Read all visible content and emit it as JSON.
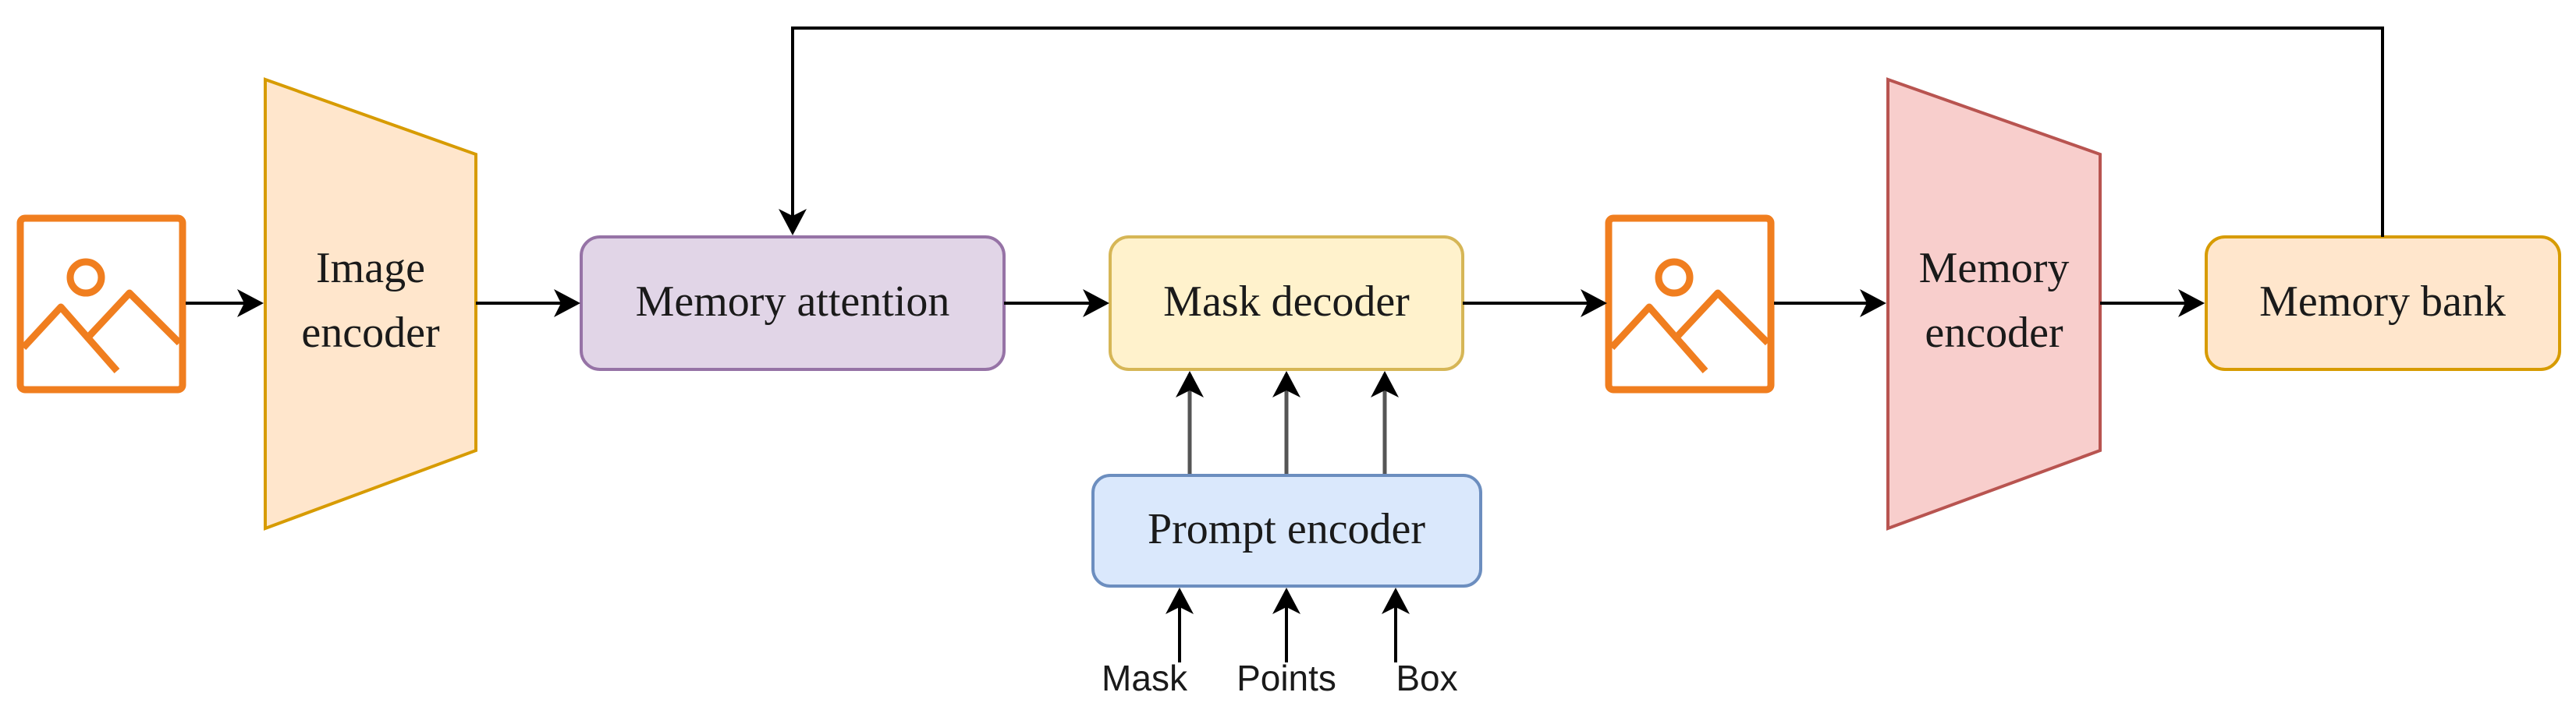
{
  "diagram": {
    "image_encoder": {
      "line1": "Image",
      "line2": "encoder"
    },
    "memory_attention": {
      "label": "Memory attention"
    },
    "mask_decoder": {
      "label": "Mask decoder"
    },
    "prompt_encoder": {
      "label": "Prompt encoder"
    },
    "memory_encoder": {
      "line1": "Memory",
      "line2": "encoder"
    },
    "memory_bank": {
      "label": "Memory bank"
    },
    "inputs": {
      "mask": "Mask",
      "points": "Points",
      "box": "Box"
    },
    "input_image_icon": "image-icon",
    "output_image_icon": "image-icon"
  },
  "colors": {
    "image_icon": "#f07e1f",
    "image_encoder_fill": "#ffe6cc",
    "image_encoder_stroke": "#d79b00",
    "memory_attention_fill": "#e1d5e7",
    "memory_attention_stroke": "#9673a6",
    "mask_decoder_fill": "#fff2cc",
    "mask_decoder_stroke": "#d6b656",
    "prompt_encoder_fill": "#dae8fc",
    "prompt_encoder_stroke": "#6c8ebf",
    "memory_encoder_fill": "#f8cecc",
    "memory_encoder_stroke": "#b85450",
    "memory_bank_fill": "#ffe6cc",
    "memory_bank_stroke": "#d79b00"
  }
}
